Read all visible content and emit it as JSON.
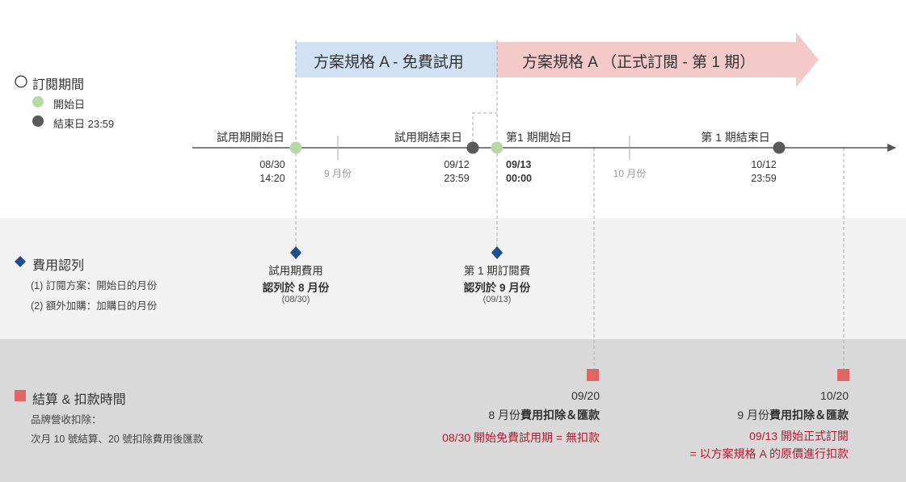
{
  "colors": {
    "trial_banner": "#cfe1f3",
    "paid_banner": "#f3c9c9",
    "start_dot": "#b7d9a8",
    "end_dot": "#5a5a5a",
    "diamond": "#1f4e8c",
    "settle_square": "#e06666",
    "red_text": "#b01c2e",
    "band_revenue": "#f2f2f2",
    "band_settle": "#d9d9d9"
  },
  "legend": {
    "period": {
      "icon": "hollow-circle-icon",
      "title": "訂閱期間",
      "start": "開始日",
      "end": "結束日 23:59"
    },
    "revenue": {
      "icon": "blue-diamond-icon",
      "title": "費用認列",
      "line1": "(1) 訂閱方案：開始日的月份",
      "line2": "(2) 額外加購：加購日的月份"
    },
    "settle": {
      "icon": "red-square-icon",
      "title": "結算 & 扣款時間",
      "line1": "品牌營收扣除：",
      "line2": "次月 10 號結算、20 號扣除費用後匯款"
    }
  },
  "banners": {
    "trial": "方案規格 A - 免費試用",
    "paid": "方案規格 A （正式訂閱 - 第 1 期）"
  },
  "timeline": {
    "trial_start": {
      "label": "試用期開始日",
      "date1": "08/30",
      "date2": "14:20"
    },
    "trial_end": {
      "label": "試用期結束日",
      "date1": "09/12",
      "date2": "23:59"
    },
    "p1_start": {
      "label": "第1 期開始日",
      "date1": "09/13",
      "date2": "00:00"
    },
    "p1_end": {
      "label": "第 1 期結束日",
      "date1": "10/12",
      "date2": "23:59"
    },
    "month_sep": "9 月份",
    "month_oct": "10 月份"
  },
  "revenue": {
    "trial": {
      "line1": "試用期費用",
      "line2": "認列於 8 月份",
      "line3": "(08/30)"
    },
    "p1": {
      "line1": "第 1 期訂閱費",
      "line2": "認列於 9 月份",
      "line3": "(09/13)"
    }
  },
  "settle": {
    "sep": {
      "date": "09/20",
      "month": "8 月份",
      "action": "費用扣除＆匯款",
      "note": "08/30 開始免費試用期 = 無扣款"
    },
    "oct": {
      "date": "10/20",
      "month": "9 月份",
      "action": "費用扣除＆匯款",
      "note1": "09/13 開始正式訂閱",
      "note2": "= 以方案規格 A 的原價進行扣款"
    }
  }
}
